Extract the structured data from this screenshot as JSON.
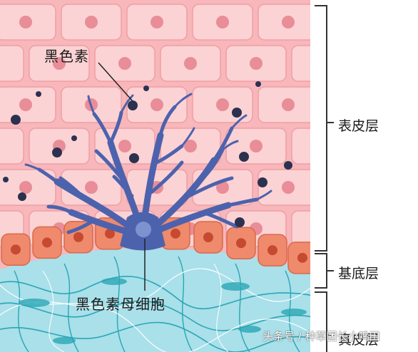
{
  "labels": {
    "melanin": "黑色素",
    "melanocyte": "黑色素母细胞",
    "epidermis": "表皮层",
    "basal_layer": "基底层",
    "dermis": "真皮层"
  },
  "watermark": "头条号 / 种草团长小鸣田",
  "colors": {
    "epidermis": "#f6b3b7",
    "cell_nucleus": "#e98d98",
    "basal_cell": "#ef8a6d",
    "dermis": "#a9e0ea",
    "dermis_fiber": "#2aa6b4",
    "melanocyte": "#4d62ad",
    "melanin_dot": "#2c3150"
  }
}
